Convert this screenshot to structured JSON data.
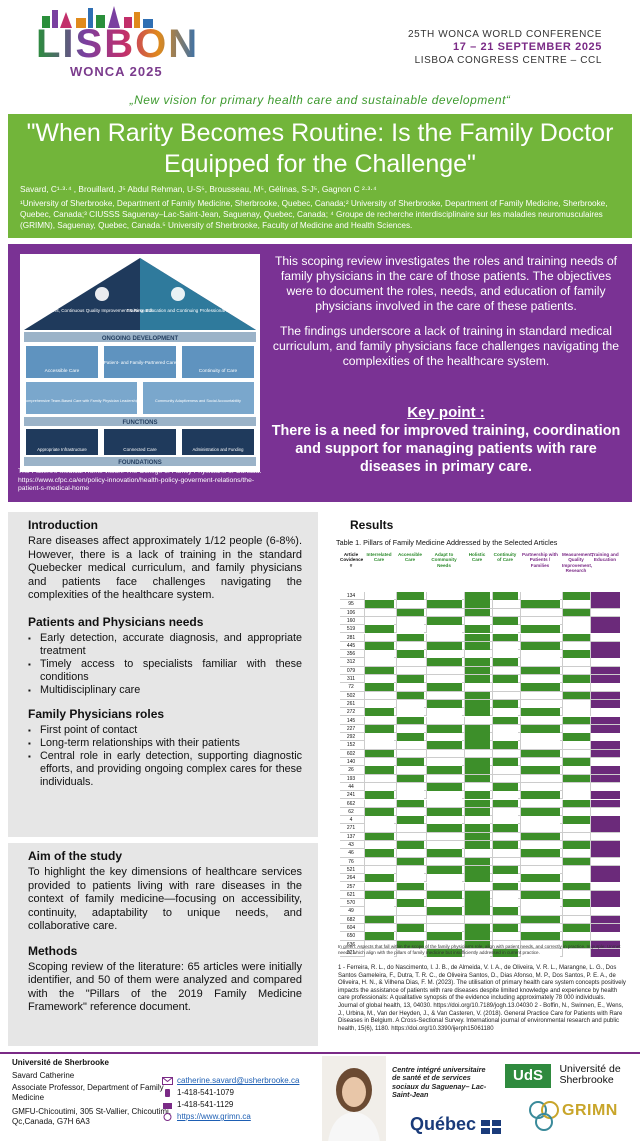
{
  "header": {
    "logo_word": "LISBON",
    "logo_sub": "WONCA 2025",
    "conference_line": "25TH WONCA WORLD CONFERENCE",
    "dates": "17 – 21 SEPTEMBER 2025",
    "venue": "LISBOA CONGRESS CENTRE – CCL",
    "tagline": "„New vision for primary health care and sustainable development“"
  },
  "title": {
    "line1": "\"When Rarity Becomes Routine: Is the Family Doctor",
    "line2": "Equipped for the Challenge\"",
    "authors": "Savard, C¹·³·⁴ , Brouillard, J⁵ Abdul Rehman, U-S⁵, Brousseau, M⁵, Gélinas, S-J⁵, Gagnon C ²·³·⁴",
    "affiliations": "¹University of Sherbrooke, Department of Family Medicine, Sherbrooke, Quebec, Canada;² University of Sherbrooke, Department of Family Medicine, Sherbrooke, Quebec, Canada;³ CIUSSS Saguenay–Lac-Saint-Jean, Saguenay, Quebec, Canada; ⁴ Groupe de recherche interdisciplinaire sur les maladies neuromusculaires (GRIMN), Saguenay, Quebec, Canada.⁵ University of Sherbrooke, Faculty of Medicine and Health Sciences."
  },
  "house": {
    "roof_left": "Measurement, Continuous Quality Improvement & Research",
    "roof_right": "Training, Education and Continuing Professional Development",
    "ongoing": "ONGOING DEVELOPMENT",
    "f1": "Accessible Care",
    "f2": "Patient- and Family-Partnered Care",
    "f3": "Continuity of Care",
    "f4": "Comprehensive Team-Based Care with Family Physician Leadership",
    "f5": "Community Adaptiveness and Social Accountability",
    "functions": "FUNCTIONS",
    "b1": "Appropriate Infrastructure",
    "b2": "Connected Care",
    "b3": "Administration and Funding",
    "foundations": "FOUNDATIONS",
    "caption": "The Patient's Medical Home vision. The College of Family Physicians of Canada. https://www.cfpc.ca/en/policy-innovation/health-policy-goverment-relations/the-patient-s-medical-home"
  },
  "summary": {
    "p1": "This scoping review investigates the roles and training needs of family physicians in the care of those patients. The objectives were to document the roles, needs, and education of family physicians involved in the care of these patients.",
    "p2": "The findings underscore a lack of training in standard medical curriculum, and family physicians face challenges navigating the complexities of the healthcare system.",
    "key_title": "Key point :",
    "key_text": "There is a need for improved training, coordination and support for managing patients with rare diseases in primary care."
  },
  "intro": {
    "heading": "Introduction",
    "text": "Rare diseases affect approximately 1/12 people (6-8%). However, there is a lack of training in the standard Quebecker medical curriculum, and family physicians and patients face challenges navigating the complexities of the healthcare system.",
    "needs_heading": "Patients and Physicians needs",
    "needs": [
      "Early detection, accurate diagnosis, and appropriate treatment",
      "Timely access to specialists familiar with these conditions",
      "Multidisciplinary care"
    ],
    "roles_heading": "Family Physicians roles",
    "roles": [
      "First point of contact",
      "Long-term relationships with their patients",
      "Central role in early detection, supporting diagnostic efforts, and providing ongoing complex cares for these individuals."
    ]
  },
  "aim": {
    "heading": "Aim of the study",
    "text": "To highlight the key dimensions of healthcare services provided to patients living with rare diseases in the context of family medicine—focusing on accessibility, continuity, adaptability to unique needs, and collaborative care.",
    "methods_heading": "Methods",
    "methods_text": "Scoping review of the literature: 65 articles were initially identifier, and 50 of them were analyzed and compared with the \"Pillars of the 2019 Family Medicine Framework\" reference document."
  },
  "results": {
    "heading": "Results",
    "table_title": "Table 1. Pillars of Family Medicine Addressed by the Selected Articles",
    "columns": [
      "Article Covidence #",
      "Interrelated Care",
      "Accessible Care",
      "Adapt to Community Needs",
      "Holistic Care",
      "Continuity of Care",
      "Partnership with Patients / Families",
      "Measurement, Quality Improvement, Research",
      "Training and Education"
    ],
    "rows": [
      "134",
      "95",
      "106",
      "160",
      "519",
      "281",
      "445",
      "356",
      "312",
      "079",
      "311",
      "72",
      "502",
      "261",
      "272",
      "145",
      "227",
      "292",
      "152",
      "602",
      "140",
      "26",
      "193",
      "44",
      "241",
      "662",
      "62",
      "4",
      "271",
      "137",
      "43",
      "46",
      "76",
      "521",
      "264",
      "257",
      "621",
      "570",
      "49",
      "682",
      "604",
      "650",
      "636",
      "321"
    ],
    "note": "In green: Aspects that fall within the scope of the family physician's role, align with patient needs, and correctly in practice. In purple: Unmet needs, which align with the pillars of family medicine but insufficiently addressed in current practice.",
    "references": "1 - Ferreira, R. L., do Nascimento, I. J. B., de Almeida, V. I. A., de Oliveira, V. R. L., Marangne, L. G., Dos Santos Gameleira, F., Dutra, T. R. C., de Oliveira Santos, D., Dias Afonso, M. P., Dos Santos, P. E. A., de Oliveira, H. N., & Vilhena Dias, F. M. (2023). The utilisation of primary health care system concepts positively impacts the assistance of patients with rare diseases despite limited knowledge and experience by health care professionals: A qualitative synopsis of the evidence including approximately 78 000 individuals. Journal of global health, 13, 04030. https://doi.org/10.7189/jogh.13.04030 2 - Boffin, N., Swinnen, E., Wens, J., Urbina, M., Van der Heyden, J., & Van Casteren, V. (2018). General Practice Care for Patients with Rare Diseases in Belgium. A Cross-Sectional Survey. International journal of environmental research and public health, 15(6), 1180. https://doi.org/10.3390/ijerph15061180"
  },
  "footer": {
    "university": "Université de Sherbrooke",
    "name": "Savard Catherine",
    "role": "Associate Professor, Department of Family Medicine",
    "address": "GMFU-Chicoutimi, 305 St-Vallier, Chicoutimi, Qc,Canada, G7H 6A3",
    "email": "catherine.savard@usherbrooke.ca",
    "phone1": "1-418-541-1079",
    "phone2": "1-418-541-1129",
    "website": "https://www.grimn.ca",
    "ciusss": "Centre intégré universitaire de santé et de services sociaux du Saguenay– Lac-Saint-Jean",
    "quebec": "Québec",
    "uds_short": "UdS",
    "uds_name": "Université de Sherbrooke",
    "grimn": "GRIMN"
  },
  "colors": {
    "green": "#72b53a",
    "purple": "#7a3294",
    "cell_green": "#3d8f2a",
    "cell_purple": "#6b2a7a",
    "navy": "#1f3a5c",
    "teal": "#2f7a9c"
  }
}
